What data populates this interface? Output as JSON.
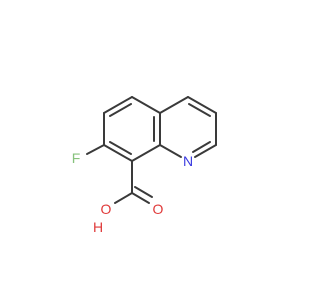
{
  "molecule": {
    "atoms": {
      "fluorine": {
        "symbol": "F",
        "color": "#87c27c"
      },
      "nitrogen": {
        "symbol": "N",
        "color": "#3a3ae0"
      },
      "carbonyl_oxygen": {
        "symbol": "O",
        "color": "#e03a3a"
      },
      "hydroxyl_oxygen": {
        "symbol": "O",
        "color": "#e03a3a"
      },
      "hydroxyl_hydrogen": {
        "symbol": "H",
        "color": "#e03a3a"
      }
    },
    "bond_color": "#3a3a3a",
    "background": "#ffffff"
  }
}
